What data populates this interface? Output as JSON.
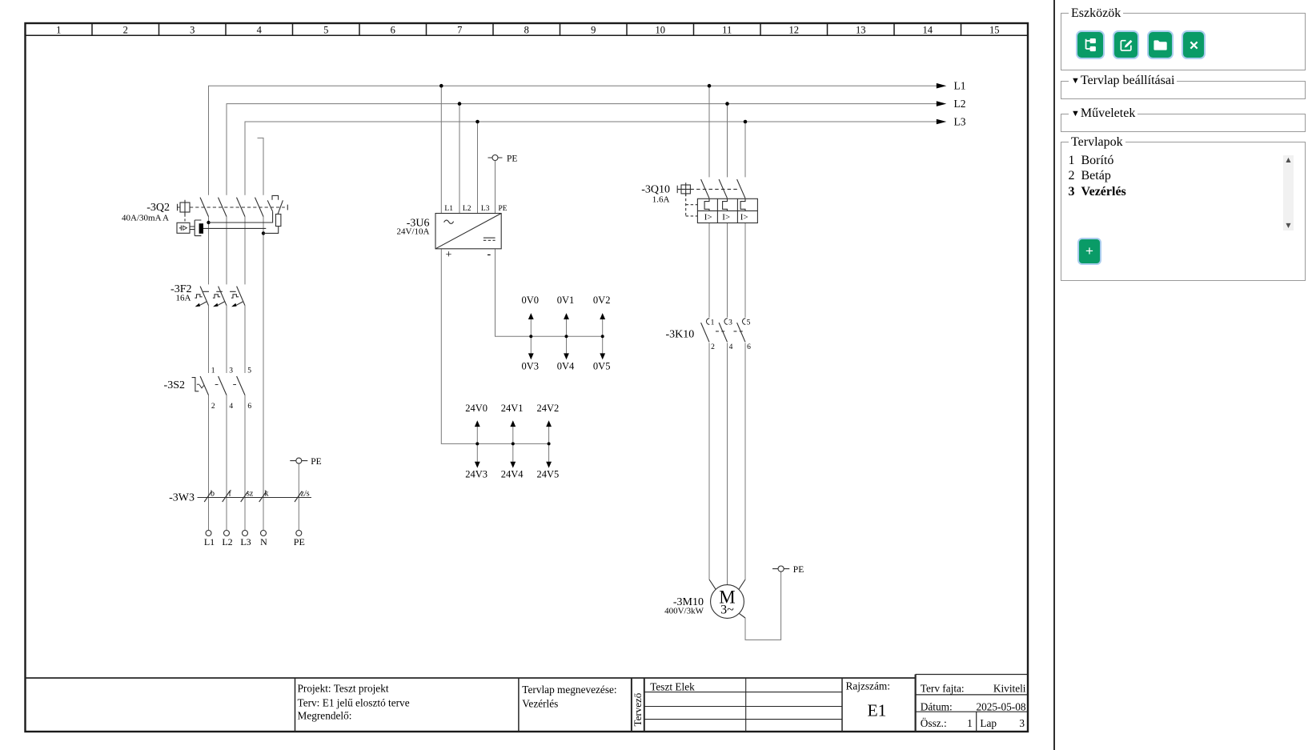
{
  "ruler": {
    "columns": [
      "1",
      "2",
      "3",
      "4",
      "5",
      "6",
      "7",
      "8",
      "9",
      "10",
      "11",
      "12",
      "13",
      "14",
      "15"
    ]
  },
  "buses": {
    "l1": "L1",
    "l2": "L2",
    "l3": "L3"
  },
  "components": {
    "q2": {
      "name": "-3Q2",
      "rating": "40A/30mA A"
    },
    "f2": {
      "name": "-3F2",
      "rating": "16A"
    },
    "s2": {
      "name": "-3S2",
      "t1": "1",
      "t3": "3",
      "t5": "5",
      "t2": "2",
      "t4": "4",
      "t6": "6"
    },
    "w3": {
      "name": "-3W3",
      "core1": "b",
      "core2": "f",
      "core3": "sz",
      "core4": "k",
      "core5": "z/s",
      "term1": "L1",
      "term2": "L2",
      "term3": "L3",
      "term4": "N",
      "term5": "PE"
    },
    "u6": {
      "name": "-3U6",
      "rating": "24V/10A",
      "pin1": "L1",
      "pin2": "L2",
      "pin3": "L3",
      "pin4": "PE",
      "plus": "+",
      "minus": "-"
    },
    "q10": {
      "name": "-3Q10",
      "rating": "1.6A",
      "trip1": "I>",
      "trip2": "I>",
      "trip3": "I>"
    },
    "k10": {
      "name": "-3K10",
      "t1": "1",
      "t3": "3",
      "t5": "5",
      "t2": "2",
      "t4": "4",
      "t6": "6"
    },
    "m10": {
      "name": "-3M10",
      "rating": "400V/3kW",
      "letter": "M",
      "phases": "3~"
    }
  },
  "potentials": {
    "pe_u6": "PE",
    "pe_w3": "PE",
    "pe_m10": "PE",
    "zero": [
      "0V0",
      "0V1",
      "0V2",
      "0V3",
      "0V4",
      "0V5"
    ],
    "plus24": [
      "24V0",
      "24V1",
      "24V2",
      "24V3",
      "24V4",
      "24V5"
    ]
  },
  "titleblock": {
    "projekt": "Projekt: Teszt projekt",
    "terv": "Terv: E1 jelű elosztó terve",
    "megrendelo": "Megrendelő:",
    "tervlap_label": "Tervlap megnevezése:",
    "tervlap_value": "Vezérlés",
    "tervezo_label": "Tervező",
    "tervezo_name": "Teszt Elek",
    "rajzszam_label": "Rajzszám:",
    "rajzszam_value": "E1",
    "terv_fajta_label": "Terv fajta:",
    "terv_fajta_value": "Kiviteli",
    "datum_label": "Dátum:",
    "datum_value": "2025-05-08",
    "ossz_label": "Össz.:",
    "ossz_value": "1",
    "lap_label": "Lap",
    "lap_value": "3"
  },
  "sidebar": {
    "tools_title": "Eszközök",
    "sheet_settings_title": "Tervlap beállításai",
    "operations_title": "Műveletek",
    "sheets_title": "Tervlapok",
    "collapse_marker": "▼",
    "sheets": [
      {
        "num": "1",
        "name": "Borító",
        "active": false
      },
      {
        "num": "2",
        "name": "Betáp",
        "active": false
      },
      {
        "num": "3",
        "name": "Vezérlés",
        "active": true
      }
    ],
    "add_label": "+",
    "scroll_up": "▲",
    "scroll_down": "▼"
  }
}
